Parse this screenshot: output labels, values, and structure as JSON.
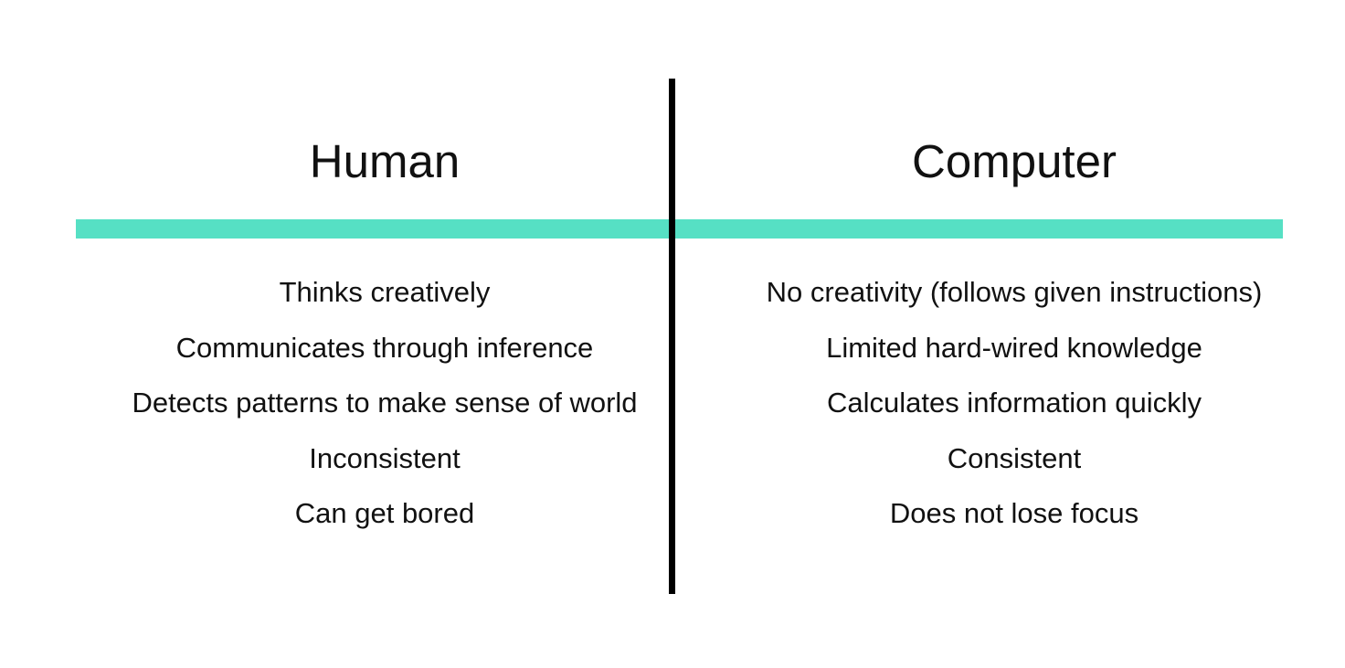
{
  "colors": {
    "accent_bar": "#56e0c4",
    "divider": "#000000",
    "text": "#111111",
    "background": "#ffffff"
  },
  "columns": [
    {
      "title": "Human",
      "items": [
        "Thinks creatively",
        "Communicates through inference",
        "Detects patterns to make sense of world",
        "Inconsistent",
        "Can get bored"
      ]
    },
    {
      "title": "Computer",
      "items": [
        "No creativity (follows given instructions)",
        "Limited hard-wired knowledge",
        "Calculates information quickly",
        "Consistent",
        "Does not lose focus"
      ]
    }
  ]
}
